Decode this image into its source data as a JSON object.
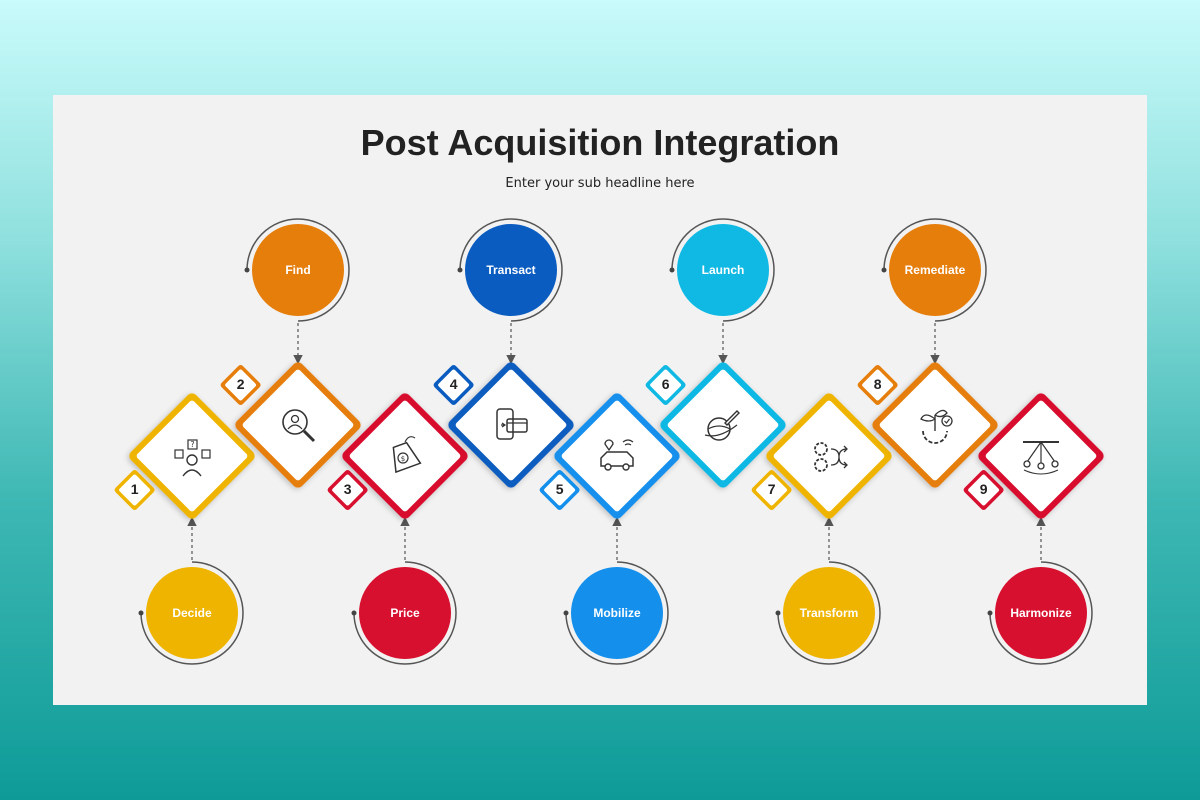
{
  "slide": {
    "title": "Post Acquisition Integration",
    "subtitle": "Enter your sub headline here"
  },
  "colors": {
    "orange": "#e67e0b",
    "red": "#d8102f",
    "dark_blue": "#0b5cc0",
    "light_blue": "#0fb9e4",
    "blue": "#1490ec",
    "yellow": "#efb400"
  },
  "steps": [
    {
      "number": "1",
      "label": "Decide",
      "color": "#efb400",
      "icon": "decision-person-icon"
    },
    {
      "number": "2",
      "label": "Find",
      "color": "#e67e0b",
      "icon": "magnifier-user-icon"
    },
    {
      "number": "3",
      "label": "Price",
      "color": "#d8102f",
      "icon": "price-tag-icon"
    },
    {
      "number": "4",
      "label": "Transact",
      "color": "#0b5cc0",
      "icon": "mobile-payment-icon"
    },
    {
      "number": "5",
      "label": "Mobilize",
      "color": "#1490ec",
      "icon": "car-location-icon"
    },
    {
      "number": "6",
      "label": "Launch",
      "color": "#0fb9e4",
      "icon": "rocket-globe-icon"
    },
    {
      "number": "7",
      "label": "Transform",
      "color": "#efb400",
      "icon": "gears-arrows-icon"
    },
    {
      "number": "8",
      "label": "Remediate",
      "color": "#e67e0b",
      "icon": "plant-gear-icon"
    },
    {
      "number": "9",
      "label": "Harmonize",
      "color": "#d8102f",
      "icon": "pendulum-icon"
    }
  ]
}
